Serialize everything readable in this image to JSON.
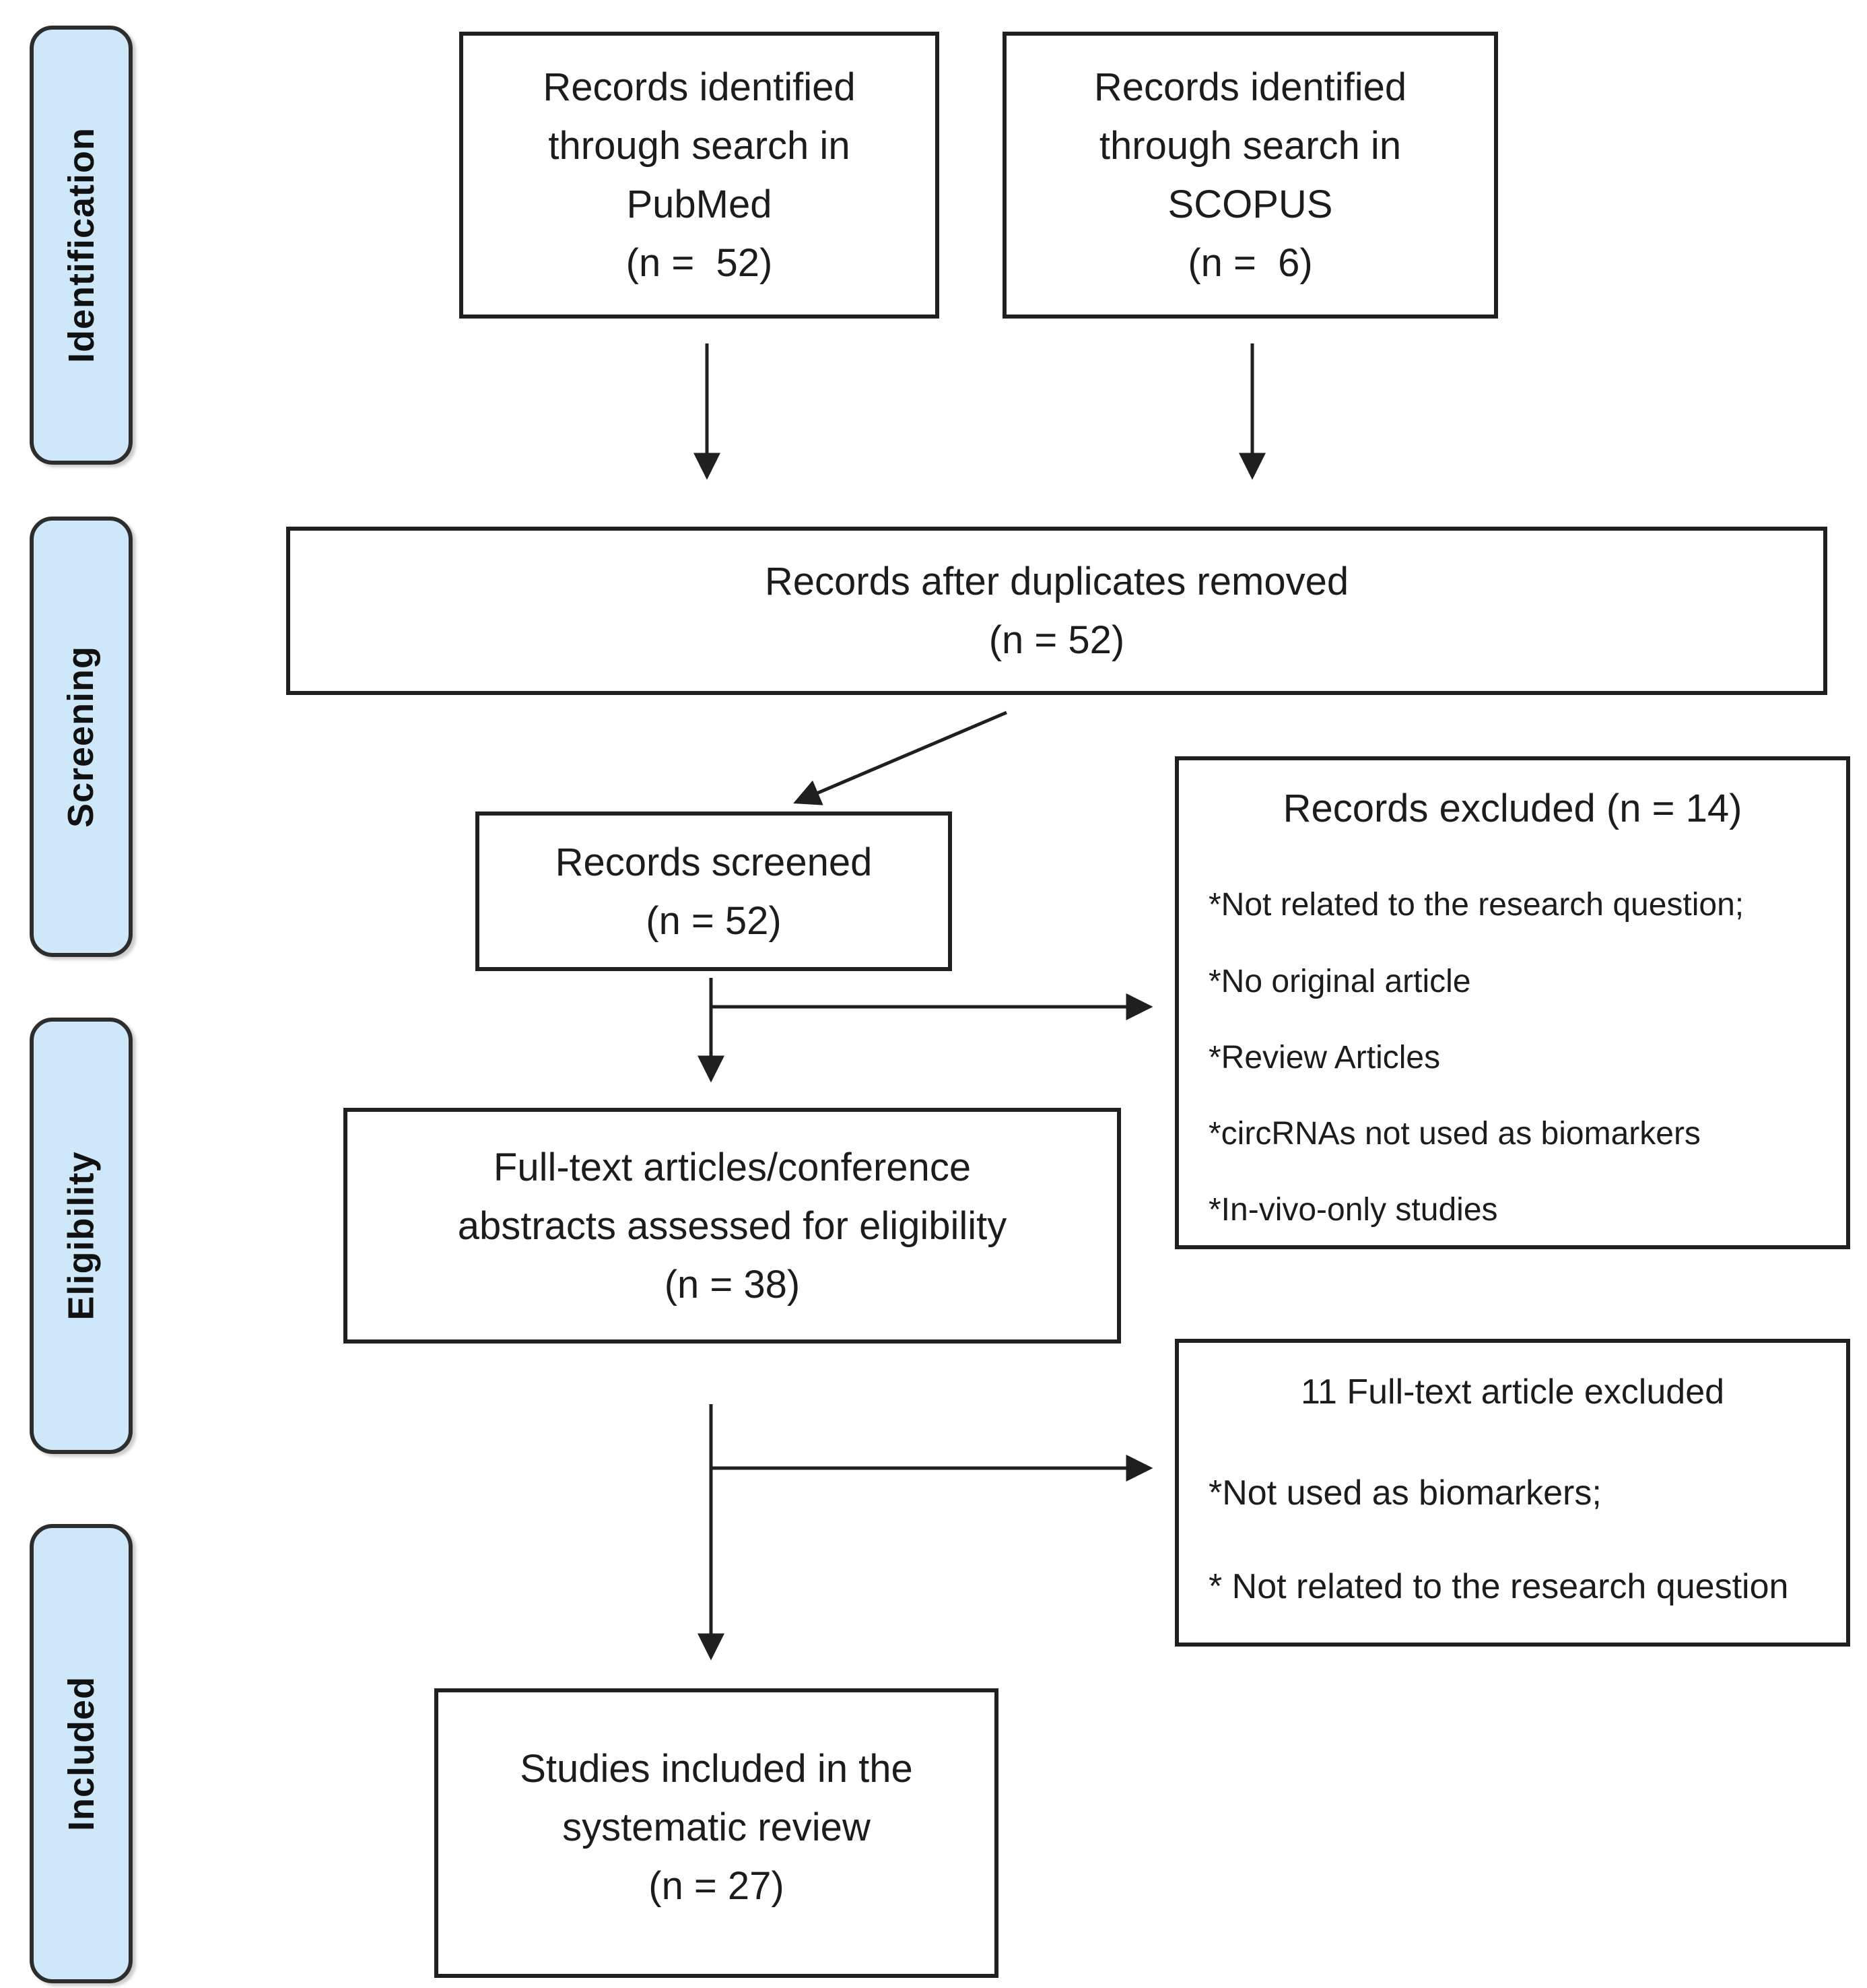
{
  "diagram": {
    "kind": "prisma-flow",
    "colors": {
      "background": "#ffffff",
      "stage_fill": "#cfe8f9",
      "stage_border": "#2d2d2d",
      "box_border": "#1f1f1f",
      "arrow": "#1f1f1f",
      "text": "#1c1c1c"
    },
    "sidebar": {
      "items": [
        {
          "label": "Identification"
        },
        {
          "label": "Screening"
        },
        {
          "label": "Eligibility"
        },
        {
          "label": "Included"
        }
      ]
    },
    "flow": {
      "pubmed": {
        "text": "Records identified\nthrough search in\nPubMed\n(n =  52)"
      },
      "scopus": {
        "text": "Records identified\nthrough search in\nSCOPUS\n(n =  6)"
      },
      "duplicates": {
        "text": "Records after duplicates removed\n(n = 52)"
      },
      "screened": {
        "text": "Records screened\n(n = 52)"
      },
      "records_excluded": {
        "title": "Records excluded (n = 14)",
        "items": [
          "*Not related to the research question;",
          "*No original article",
          "*Review Articles",
          "*circRNAs not used as biomarkers",
          "*In-vivo-only studies"
        ]
      },
      "fulltext": {
        "text": "Full-text articles/conference\nabstracts assessed for eligibility\n(n = 38)"
      },
      "fulltext_excluded": {
        "title": "11 Full-text article excluded",
        "items": [
          "*Not used as biomarkers;",
          "* Not related to the research question"
        ]
      },
      "included": {
        "text": "Studies included in the\nsystematic review\n(n = 27)"
      }
    }
  }
}
